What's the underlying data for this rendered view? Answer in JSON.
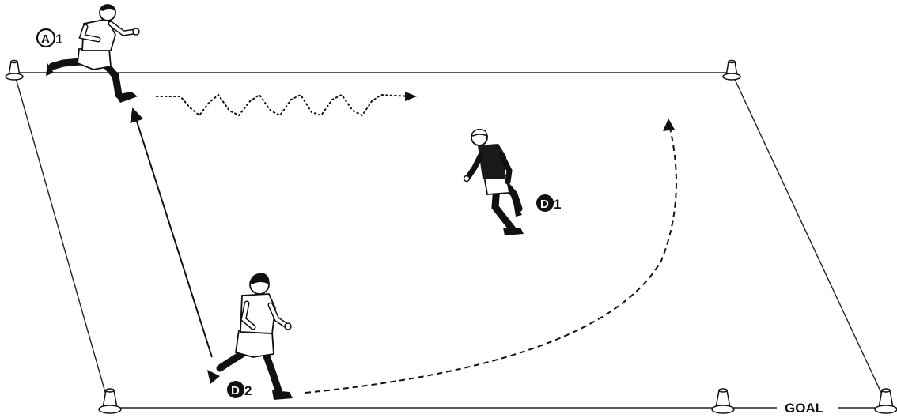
{
  "colors": {
    "line": "#222222",
    "player_dark": "#1a1a1a",
    "player_light": "#ffffff",
    "skin": "#e9e9e9",
    "cone": "#ffffff"
  },
  "players": {
    "a1": {
      "letter": "A",
      "number": "1",
      "shirt": "light"
    },
    "d1": {
      "letter": "D",
      "number": "1",
      "shirt": "dark"
    },
    "d2": {
      "letter": "D",
      "number": "2",
      "shirt": "light"
    }
  },
  "field": {
    "goal_label": "GOAL"
  },
  "paths": {
    "dribble": {
      "style": "dotted-zigzag",
      "from": "A1",
      "to": "right"
    },
    "pass": {
      "style": "solid",
      "from": "D2",
      "to": "A1"
    },
    "run": {
      "style": "dashed-curve",
      "from": "D2",
      "to": "top-right"
    }
  }
}
